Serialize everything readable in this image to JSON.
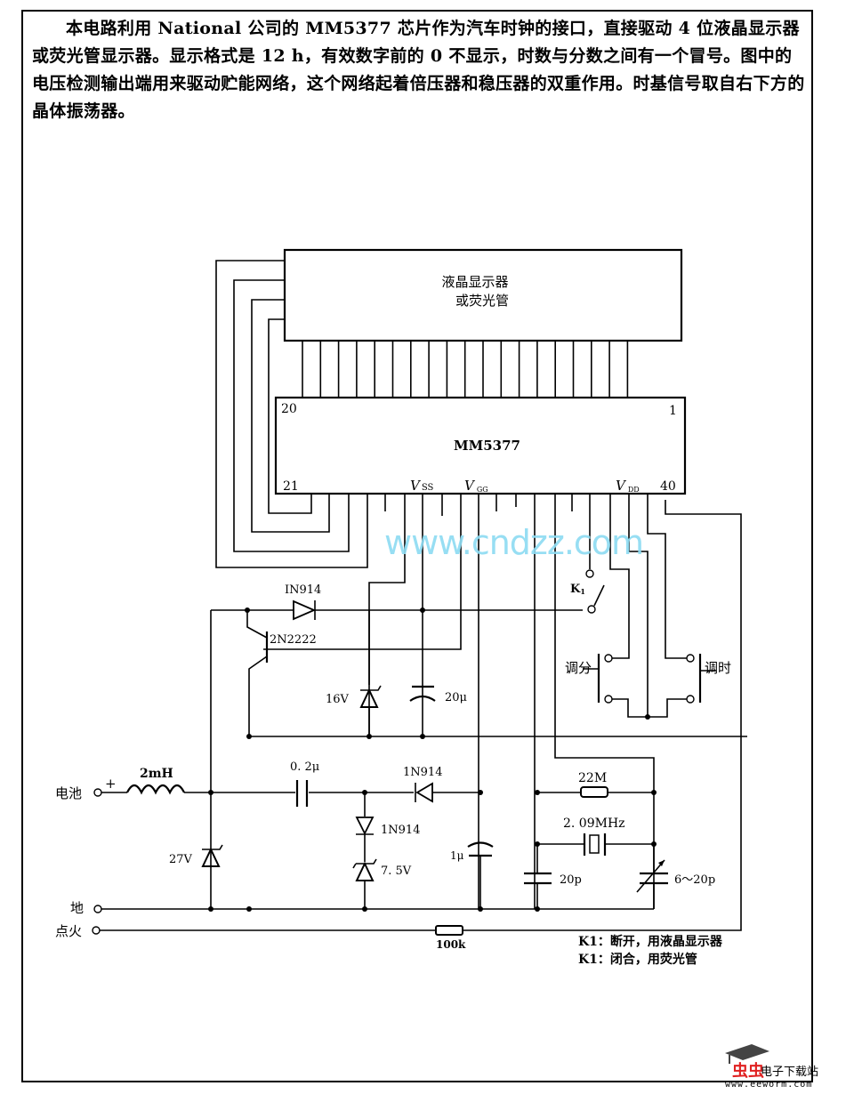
{
  "intro_text": "本电路利用 National 公司的 MM5377 芯片作为汽车时钟的接口，直接驱动 4 位液晶显示器或荧光管显示器。显示格式是 12 h，有效数字前的 0 不显示，时数与分数之间有一个冒号。图中的电压检测输出端用来驱动贮能网络，这个网络起着倍压器和稳压器的双重作用。时基信号取自右下方的晶体振荡器。",
  "display": {
    "line1": "液晶显示器",
    "line2": "或荧光管"
  },
  "chip": {
    "name": "MM5377",
    "pin_top_left": "20",
    "pin_top_right": "1",
    "pin_bottom_left": "21",
    "pin_bottom_right": "40",
    "vss": "V",
    "vss_sub": "SS",
    "vgg": "V",
    "vgg_sub": "GG",
    "vdd": "V",
    "vdd_sub": "DD"
  },
  "components": {
    "diode_top": "IN914",
    "transistor": "2N2222",
    "zener_16": "16V",
    "cap_20u": "20μ",
    "switch_k1": "K",
    "switch_k1_sub": "1",
    "btn_minute": "调分",
    "btn_hour": "调时",
    "inductor": "2mH",
    "plus": "+",
    "cap_02u": "0. 2μ",
    "diode_mid": "1N914",
    "diode_vert": "1N914",
    "zener_27": "27V",
    "zener_75": "7. 5V",
    "cap_1u": "1μ",
    "res_22m": "22M",
    "crystal": "2. 09MHz",
    "cap_20p": "20p",
    "trimmer": "6～20p",
    "res_100k": "100k"
  },
  "terminals": {
    "battery": "电池",
    "ground": "地",
    "ignition": "点火"
  },
  "notes": {
    "k1_open": "K1：断开，用液晶显示器",
    "k1_closed": "K1：闭合，用荧光管"
  },
  "watermark": "www.cndzz.com",
  "logo": {
    "bug": "虫虫",
    "name": "电子下载站",
    "url": "www.eeworm.com"
  },
  "colors": {
    "line": "#000000",
    "watermark": "#8fdcf2",
    "logo_red": "#e02020"
  }
}
